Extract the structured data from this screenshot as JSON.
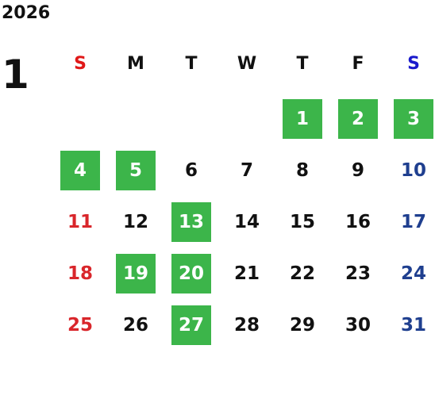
{
  "calendar": {
    "year": "2026",
    "month": "1",
    "weekdays": [
      "S",
      "M",
      "T",
      "W",
      "T",
      "F",
      "S"
    ],
    "weekday_colors": [
      "#e01818",
      "#111111",
      "#111111",
      "#111111",
      "#111111",
      "#111111",
      "#1a1acc"
    ],
    "weeks": [
      [
        {
          "label": "",
          "highlight": false
        },
        {
          "label": "",
          "highlight": false
        },
        {
          "label": "",
          "highlight": false
        },
        {
          "label": "",
          "highlight": false
        },
        {
          "label": "1",
          "highlight": true
        },
        {
          "label": "2",
          "highlight": true
        },
        {
          "label": "3",
          "highlight": true
        }
      ],
      [
        {
          "label": "4",
          "highlight": true
        },
        {
          "label": "5",
          "highlight": true
        },
        {
          "label": "6",
          "highlight": false
        },
        {
          "label": "7",
          "highlight": false
        },
        {
          "label": "8",
          "highlight": false
        },
        {
          "label": "9",
          "highlight": false
        },
        {
          "label": "10",
          "highlight": false
        }
      ],
      [
        {
          "label": "11",
          "highlight": false
        },
        {
          "label": "12",
          "highlight": false
        },
        {
          "label": "13",
          "highlight": true
        },
        {
          "label": "14",
          "highlight": false
        },
        {
          "label": "15",
          "highlight": false
        },
        {
          "label": "16",
          "highlight": false
        },
        {
          "label": "17",
          "highlight": false
        }
      ],
      [
        {
          "label": "18",
          "highlight": false
        },
        {
          "label": "19",
          "highlight": true
        },
        {
          "label": "20",
          "highlight": true
        },
        {
          "label": "21",
          "highlight": false
        },
        {
          "label": "22",
          "highlight": false
        },
        {
          "label": "23",
          "highlight": false
        },
        {
          "label": "24",
          "highlight": false
        }
      ],
      [
        {
          "label": "25",
          "highlight": false
        },
        {
          "label": "26",
          "highlight": false
        },
        {
          "label": "27",
          "highlight": true
        },
        {
          "label": "28",
          "highlight": false
        },
        {
          "label": "29",
          "highlight": false
        },
        {
          "label": "30",
          "highlight": false
        },
        {
          "label": "31",
          "highlight": false
        }
      ]
    ],
    "colors": {
      "highlight_bg": "#3cb54a",
      "highlight_text": "#ffffff",
      "sunday_text": "#d9262b",
      "saturday_text": "#1f3f8f",
      "default_text": "#111111"
    }
  }
}
